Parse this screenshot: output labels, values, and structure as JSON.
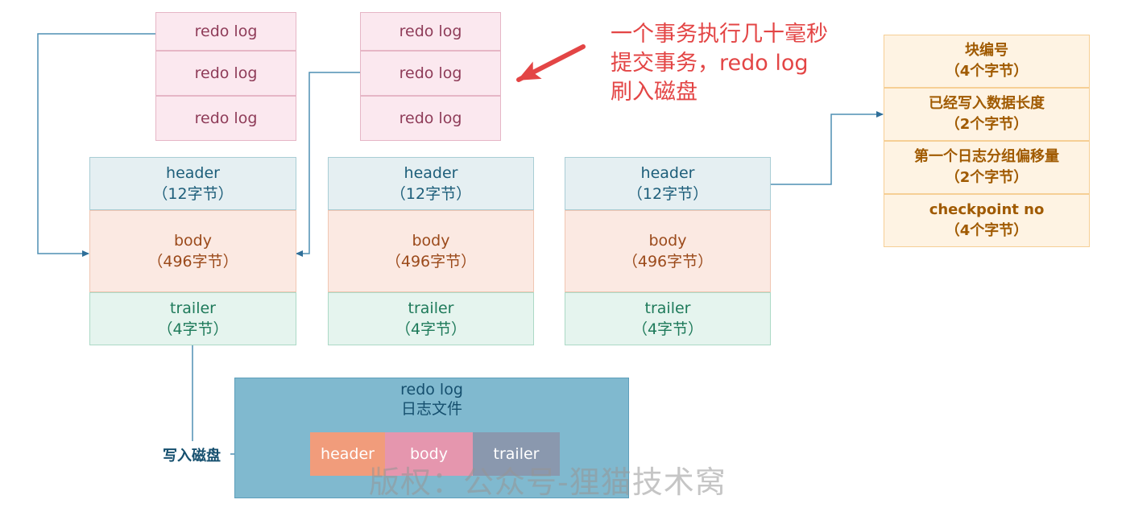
{
  "redo_log_columns": [
    {
      "entries": [
        "redo log",
        "redo log",
        "redo log"
      ]
    },
    {
      "entries": [
        "redo log",
        "redo log",
        "redo log"
      ]
    }
  ],
  "annotation": {
    "lines": [
      "一个事务执行几十毫秒",
      "提交事务，redo log",
      "刷入磁盘"
    ]
  },
  "blocks": [
    {
      "header": {
        "name": "header",
        "size": "（12字节）"
      },
      "body": {
        "name": "body",
        "size": "（496字节）"
      },
      "trailer": {
        "name": "trailer",
        "size": "（4字节）"
      }
    },
    {
      "header": {
        "name": "header",
        "size": "（12字节）"
      },
      "body": {
        "name": "body",
        "size": "（496字节）"
      },
      "trailer": {
        "name": "trailer",
        "size": "（4字节）"
      }
    },
    {
      "header": {
        "name": "header",
        "size": "（12字节）"
      },
      "body": {
        "name": "body",
        "size": "（496字节）"
      },
      "trailer": {
        "name": "trailer",
        "size": "（4字节）"
      }
    }
  ],
  "header_details": [
    {
      "name": "块编号",
      "size": "（4个字节）"
    },
    {
      "name": "已经写入数据长度",
      "size": "（2个字节）"
    },
    {
      "name": "第一个日志分组偏移量",
      "size": "（2个字节）"
    },
    {
      "name": "checkpoint no",
      "size": "（4个字节）"
    }
  ],
  "log_file": {
    "title_line1": "redo log",
    "title_line2": "日志文件",
    "segments": [
      "header",
      "body",
      "trailer"
    ]
  },
  "write_label": "写入磁盘",
  "watermark": "版权：公众号-狸猫技术窝",
  "colors": {
    "annotation_red": "#e34545",
    "connector_blue": "#4f8fb3",
    "segment_header": "#f19c7b",
    "segment_body": "#e596ae",
    "segment_trailer": "#8a98ae"
  }
}
